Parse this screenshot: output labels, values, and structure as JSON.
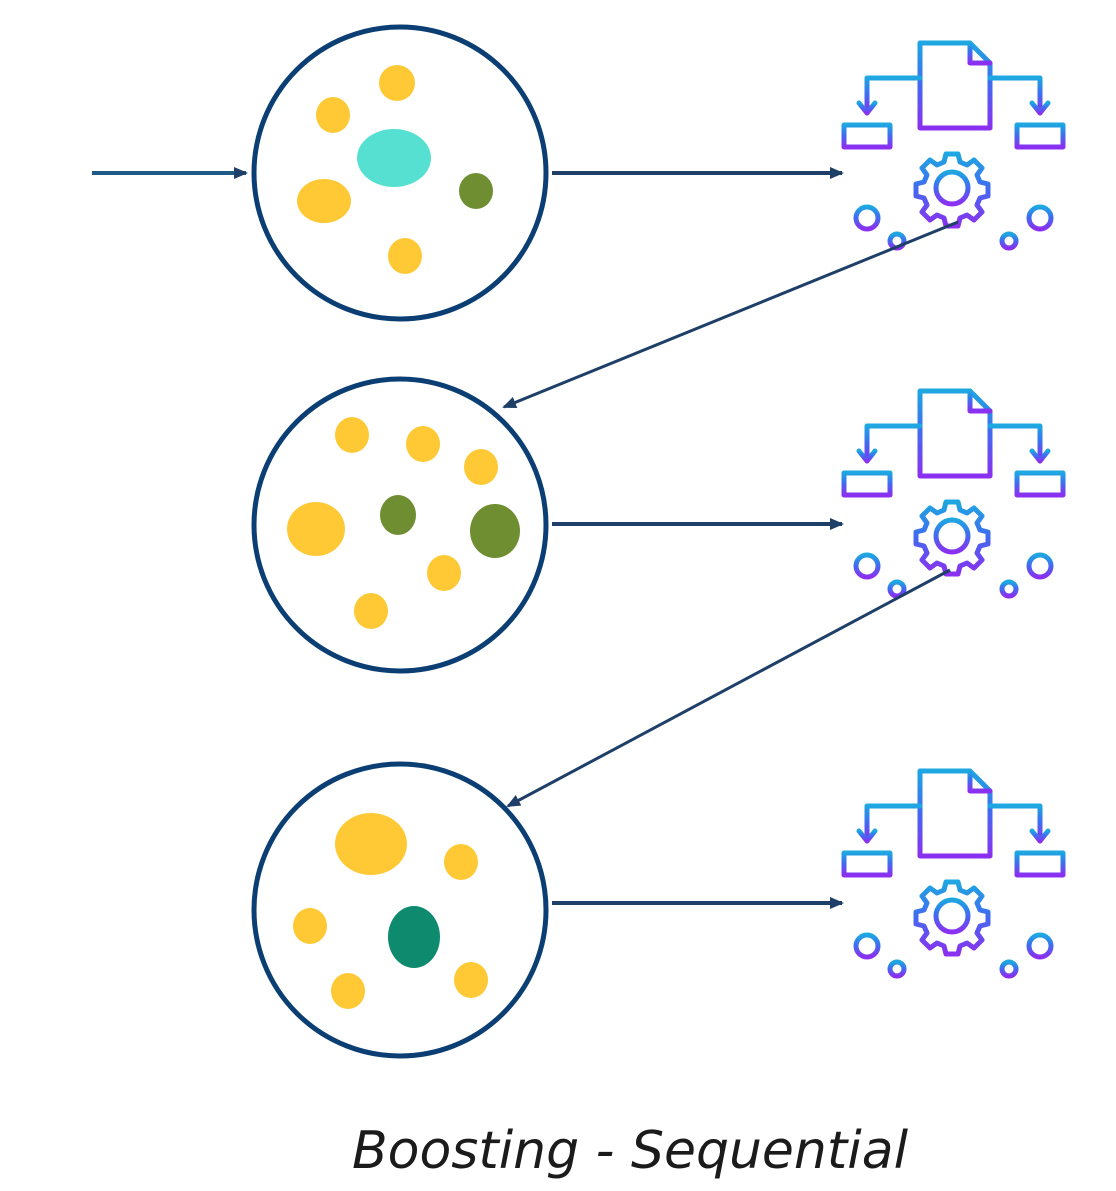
{
  "diagram": {
    "caption": "Boosting - Sequential",
    "colors": {
      "outline": "#0b3f73",
      "arrow": "#1e3f68",
      "sample_yellow": "#ffc935",
      "sample_olive": "#6f8e32",
      "sample_cyan": "#55e0d2",
      "sample_teal": "#0e8a6f",
      "icon_blue": "#1e9be0",
      "icon_purple": "#8b2ff0"
    },
    "stages": [
      {
        "dataset": "dataset-1",
        "model": "model-1"
      },
      {
        "dataset": "dataset-2",
        "model": "model-2"
      },
      {
        "dataset": "dataset-3",
        "model": "model-3"
      }
    ],
    "icon": "model-gear-document-icon"
  }
}
